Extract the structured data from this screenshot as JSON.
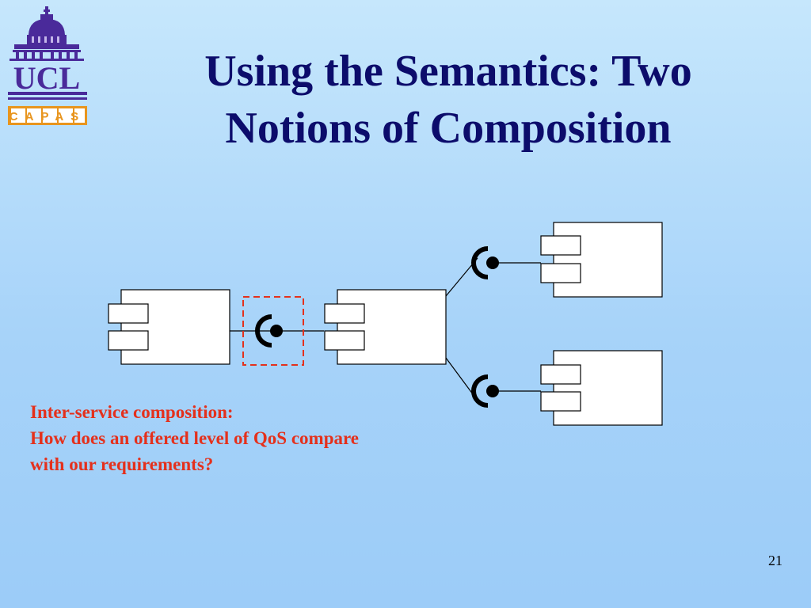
{
  "slide": {
    "title_line1": "Using the Semantics: Two",
    "title_line2": "Notions of Composition",
    "caption_line1": "Inter-service composition:",
    "caption_line2": "How does an offered level of QoS compare",
    "caption_line3": "with our requirements?",
    "page_number": "21"
  },
  "logo": {
    "text_main": "UCL",
    "text_sub": "CAPAS",
    "icon": "ucl-dome-logo"
  },
  "colors": {
    "title": "#0c0c6b",
    "caption": "#e4301c",
    "logo_purple": "#4a2a9a",
    "logo_orange": "#e8951e",
    "highlight_dash": "#e4301c"
  }
}
